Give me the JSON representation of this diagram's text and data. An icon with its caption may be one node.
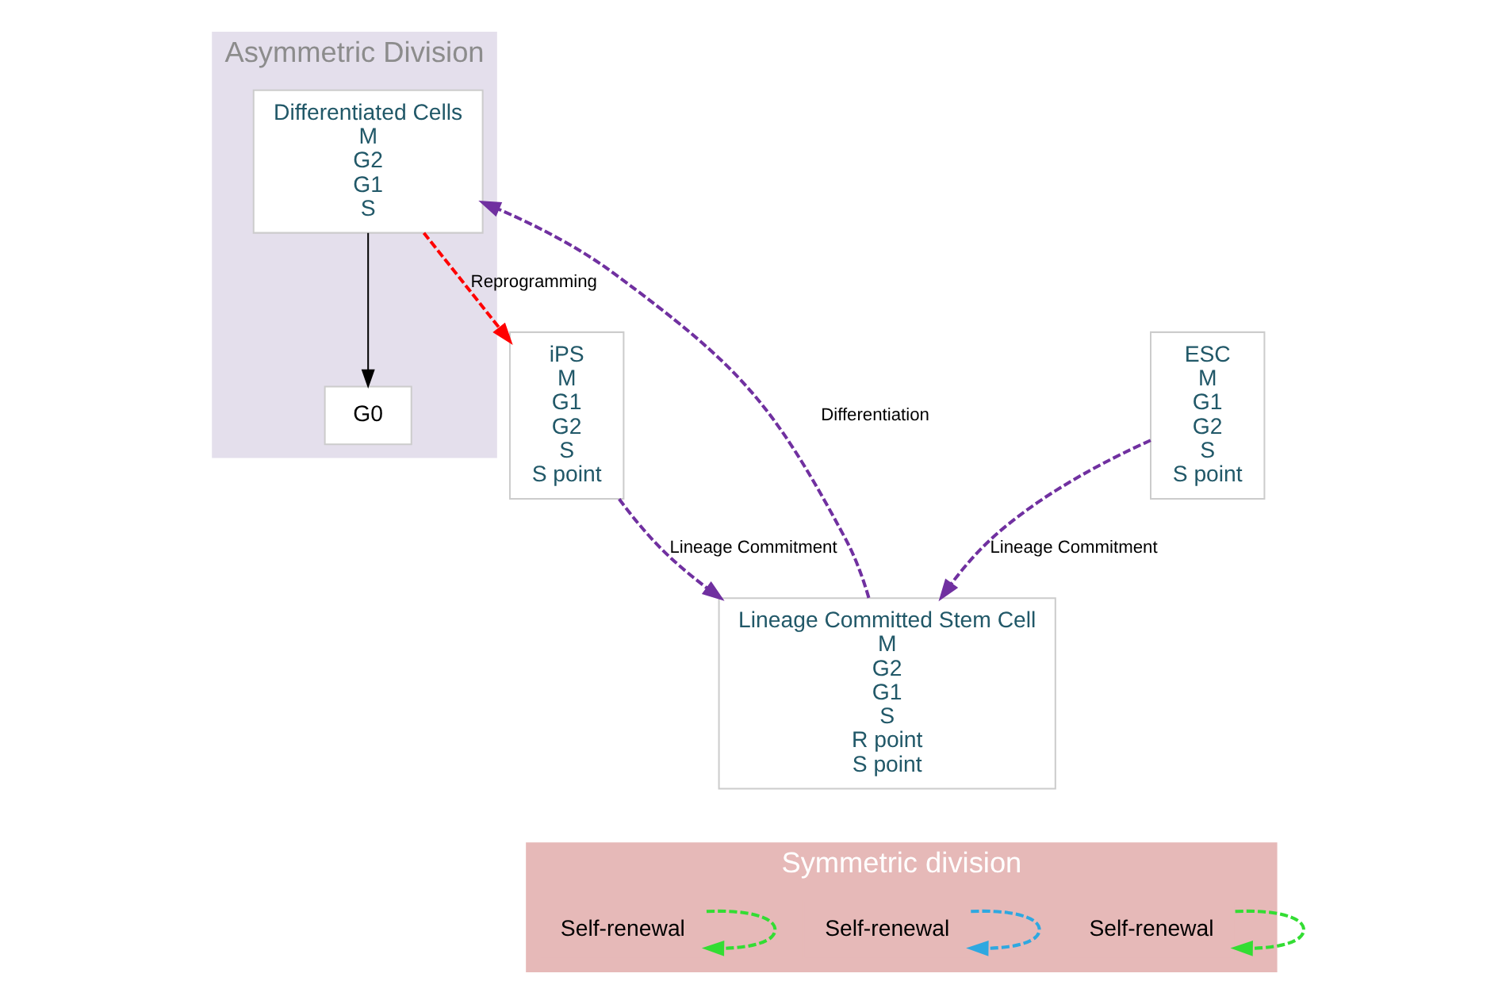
{
  "diagram": {
    "nodes": [
      {
        "text": [
          "Asymmetric Division"
        ]
      },
      {
        "text": [
          "Differentiated Cells",
          "M",
          "G2",
          "G1",
          "S"
        ],
        "in": 0
      },
      {
        "text": [
          "G0"
        ],
        "in": 0
      },
      {
        "text": [
          "ESC",
          "M",
          "G1",
          "G2",
          "S",
          "S point"
        ]
      },
      {
        "text": [
          "Lineage Committed Stem Cell",
          "M",
          "G2",
          "G1",
          "S",
          "R point",
          "S point"
        ]
      },
      {
        "text": [
          "iPS",
          "M",
          "G1",
          "G2",
          "S",
          "S point"
        ]
      },
      {
        "text": [
          "Symmetric division"
        ]
      },
      {
        "text": [
          "Self-renewal"
        ],
        "in": 6
      },
      {
        "text": [
          "Self-renewal"
        ],
        "in": 6
      },
      {
        "text": [
          "Self-renewal"
        ],
        "in": 6
      }
    ],
    "edges": [
      {
        "from": 1,
        "to": 2,
        "arrow": "to",
        "color": "#000000"
      },
      {
        "from": 3,
        "to": 4,
        "arrow": "to",
        "label": "Lineage Commitment",
        "style": "dashed",
        "color": "#7030a0"
      },
      {
        "from": 4,
        "to": 1,
        "arrow": "to",
        "label": "Differentiation",
        "style": "dashed",
        "color": "#7030a0"
      },
      {
        "from": 1,
        "to": 5,
        "arrow": "to",
        "label": "Reprogramming",
        "style": "dashed",
        "color": "#ff0000"
      },
      {
        "from": 5,
        "to": 4,
        "arrow": "to",
        "label": "Lineage Commitment",
        "style": "dashed",
        "color": "#7030a0"
      },
      {
        "from": 7,
        "to": 7,
        "arrow": "to",
        "style": "dashed",
        "color": "#33dd33"
      },
      {
        "from": 8,
        "to": 8,
        "arrow": "to",
        "style": "dashed",
        "color": "#2ea8e0"
      },
      {
        "from": 9,
        "to": 9,
        "arrow": "to",
        "style": "dashed",
        "color": "#33dd33"
      }
    ]
  }
}
